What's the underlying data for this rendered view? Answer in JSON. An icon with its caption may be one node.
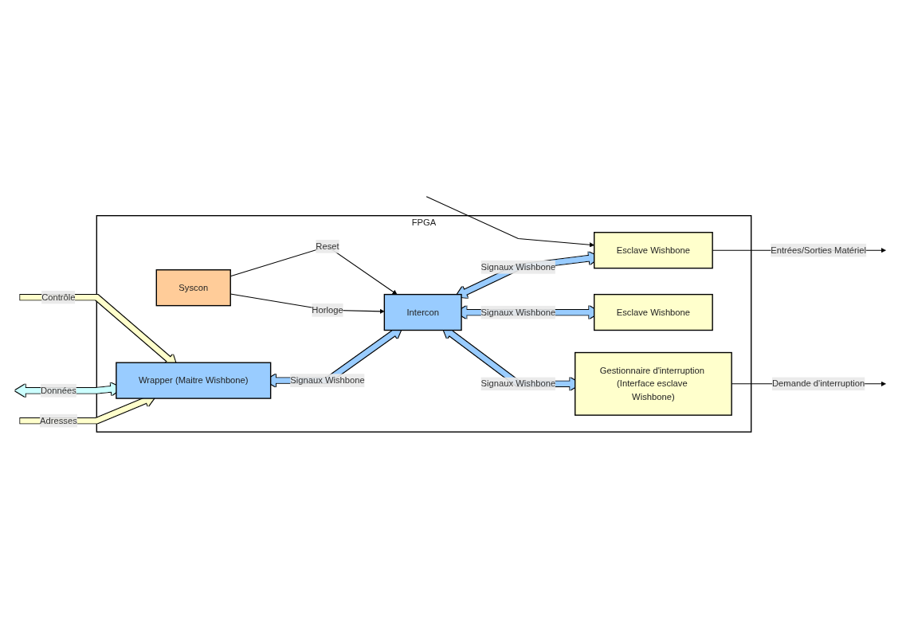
{
  "diagram": {
    "nodes": [
      {
        "text": [
          "FPGA"
        ]
      },
      {
        "text": [
          "Wrapper (Maitre Wishbone)"
        ],
        "in": 0
      },
      {
        "text": [
          "Intercon"
        ],
        "in": 0
      },
      {
        "text": [
          "Esclave Wishbone"
        ],
        "in": 0
      },
      {
        "text": [
          "Esclave Wishbone"
        ],
        "in": 0
      },
      {
        "text": [
          "Syscon"
        ],
        "in": 0
      },
      {
        "text": [
          "Gestionnaire d'interruption (Interface esclave Wishbone)"
        ],
        "in": 0
      }
    ],
    "edges": [
      {
        "from": null,
        "to": 1,
        "arrow": "to",
        "label": "Adresses",
        "color": "#ffffcc"
      },
      {
        "from": null,
        "to": 1,
        "arrow": "both",
        "label": "Données",
        "color": "#ccffff"
      },
      {
        "from": null,
        "to": 1,
        "arrow": "to",
        "label": "Contrôle",
        "color": "#ffffcc"
      },
      {
        "from": 1,
        "to": 2,
        "arrow": "both",
        "label": "Signaux Wishbone",
        "color": "#99ccff"
      },
      {
        "from": 2,
        "to": 3,
        "arrow": "both",
        "label": "Signaux Wishbone",
        "color": "#99ccff"
      },
      {
        "from": 2,
        "to": 4,
        "arrow": "both",
        "label": "Signaux Wishbone",
        "color": "#99ccff"
      },
      {
        "from": 3,
        "to": null,
        "arrow": "to",
        "label": "Entrées/Sorties Matériel",
        "color": "#000000"
      },
      {
        "from": null,
        "to": 3,
        "arrow": "to",
        "color": "#000000"
      },
      {
        "from": 5,
        "to": 2,
        "arrow": "to",
        "label": "Horloge",
        "color": "#000000"
      },
      {
        "from": 5,
        "to": 2,
        "arrow": "to",
        "label": "Reset",
        "color": "#000000"
      },
      {
        "from": 2,
        "to": 6,
        "arrow": "both",
        "label": "Signaux Wishbone",
        "color": "#99ccff"
      },
      {
        "from": 6,
        "to": null,
        "arrow": "to",
        "label": "Demande d'interruption",
        "color": "#000000"
      }
    ]
  }
}
